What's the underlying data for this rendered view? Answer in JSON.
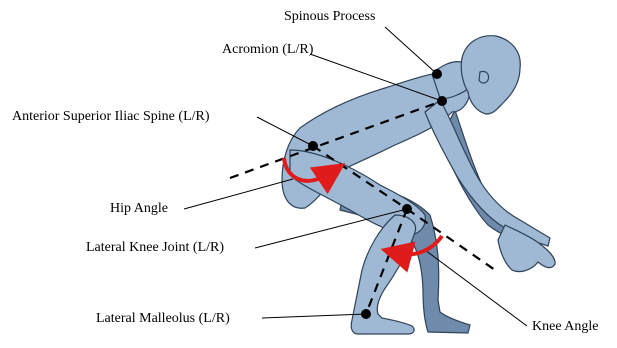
{
  "labels": {
    "spinous_process": "Spinous Process",
    "acromion": "Acromion (L/R)",
    "asis": "Anterior Superior Iliac Spine (L/R)",
    "hip_angle": "Hip Angle",
    "knee_joint": "Lateral Knee Joint (L/R)",
    "malleolus": "Lateral Malleolus (L/R)",
    "knee_angle": "Knee Angle"
  },
  "colors": {
    "body_light": "#9fb8d3",
    "body_dark": "#6f8bab",
    "outline": "#2f4258",
    "marker": "#000000",
    "angle_arrow": "#e01b1b",
    "dashed_line": "#000000"
  },
  "icons": [
    "human-figure-illustration",
    "marker-dot-icon",
    "curved-arrow-icon"
  ]
}
